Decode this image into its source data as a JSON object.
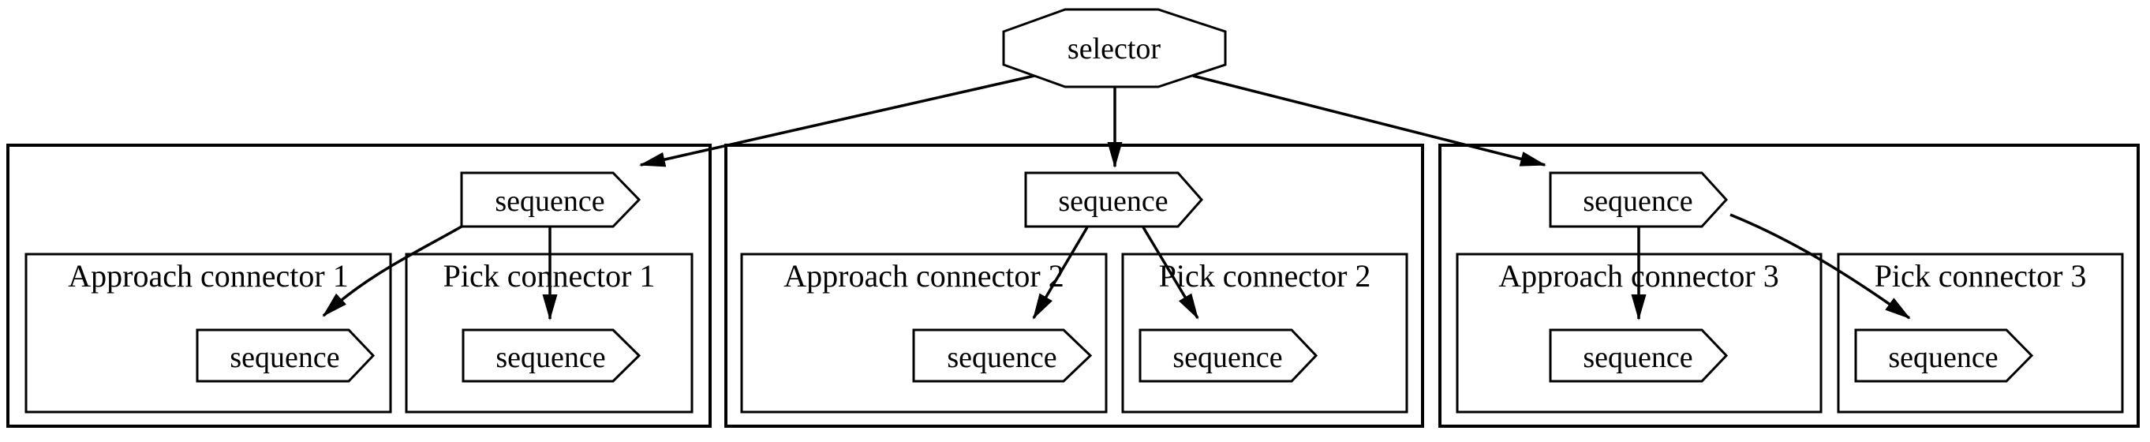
{
  "diagram": {
    "background": "#ffffff",
    "stroke_color": "#000000",
    "text_color": "#000000",
    "root": {
      "label": "selector",
      "shape": "octagon"
    },
    "clusters": [
      {
        "sequence_label": "sequence",
        "approach": {
          "title": "Approach connector 1",
          "sequence_label": "sequence"
        },
        "pick": {
          "title": "Pick connector 1",
          "sequence_label": "sequence"
        }
      },
      {
        "sequence_label": "sequence",
        "approach": {
          "title": "Approach connector 2",
          "sequence_label": "sequence"
        },
        "pick": {
          "title": "Pick connector 2",
          "sequence_label": "sequence"
        }
      },
      {
        "sequence_label": "sequence",
        "approach": {
          "title": "Approach connector 3",
          "sequence_label": "sequence"
        },
        "pick": {
          "title": "Pick connector 3",
          "sequence_label": "sequence"
        }
      }
    ]
  }
}
